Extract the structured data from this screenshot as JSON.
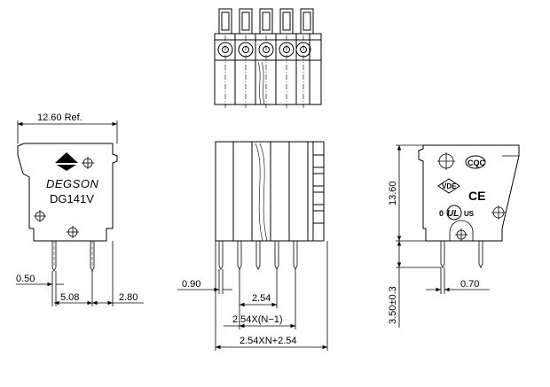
{
  "left_view": {
    "brand": "DEGSON",
    "model": "DG141V",
    "dim_width": "12.60  Ref.",
    "dim_pin_thickness": "0.50",
    "dim_pin_spacing": "5.08",
    "dim_offset": "2.80"
  },
  "front_view": {
    "dim_pin_width": "0.90",
    "dim_pitch": "2.54",
    "dim_pitch_formula": "2.54X(N−1)",
    "dim_total_formula": "2.54XN+2.54"
  },
  "right_view": {
    "dim_height": "13.60",
    "dim_pin_length": "3.50±0.3",
    "dim_pin_thickness": "0.70",
    "cert_cqc": "CQC",
    "cert_vde": "VDE",
    "cert_ce": "CE",
    "cert_ul_prefix": "0",
    "cert_ul": "UL",
    "cert_ul_suffix": "US"
  }
}
